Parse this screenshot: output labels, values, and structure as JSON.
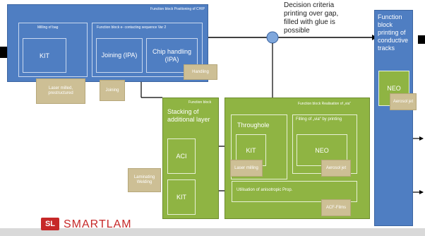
{
  "blocks": {
    "positioning": {
      "title": "Function block Positioning of CHIP"
    },
    "milling_bag": {
      "title": "Milling of bag",
      "kit": "KIT",
      "note": "Laser milled, prestructured"
    },
    "contacting": {
      "title": "Function block e- contacting sequence Var 2",
      "joining": "Joining (IPA)",
      "chip_handling": "Chip handling (IPA)",
      "handling": "Handling",
      "joining_note": "Joining"
    },
    "printing_tracks": {
      "title": "Function block printing of conductive tracks",
      "neo": "NEO",
      "note": "Aerosol jet"
    },
    "stacking": {
      "title": "Function block",
      "subtitle": "Stacking of additional layer",
      "aci": "ACI",
      "kit": "KIT",
      "note": "Laminating Welding"
    },
    "via": {
      "title": "Function block Realisation of „via“",
      "throughole": "Throughole",
      "kit": "KIT",
      "laser": "Laser milling",
      "filling": "Filling of „via“ by printing",
      "neo": "NEO",
      "aerosol": "Aerosol jet",
      "anisotropic": "Utilisation of anisotropic Prop.",
      "acf": "ACF-Films"
    }
  },
  "decision_note": "Decision criteria printing over gap, filled with glue is possible",
  "logo": {
    "mark": "SL",
    "text": "SMARTLAM"
  }
}
